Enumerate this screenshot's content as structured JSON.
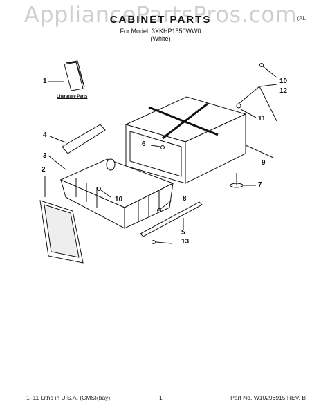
{
  "watermark": "AppliancePartsPros.com",
  "header": {
    "title": "CABINET PARTS",
    "model_line": "For Model: 3XKHP1550WW0",
    "color_line": "(White)",
    "corner_text": "(AL"
  },
  "diagram": {
    "literature_label": "Literature Parts",
    "callouts": [
      "1",
      "2",
      "3",
      "4",
      "5",
      "6",
      "7",
      "8",
      "9",
      "10",
      "10",
      "11",
      "12",
      "13"
    ]
  },
  "footer": {
    "litho": "1–11 Litho in U.S.A. (CMS)(bay)",
    "page": "1",
    "part_no": "Part No. W10296915 REV. B"
  }
}
